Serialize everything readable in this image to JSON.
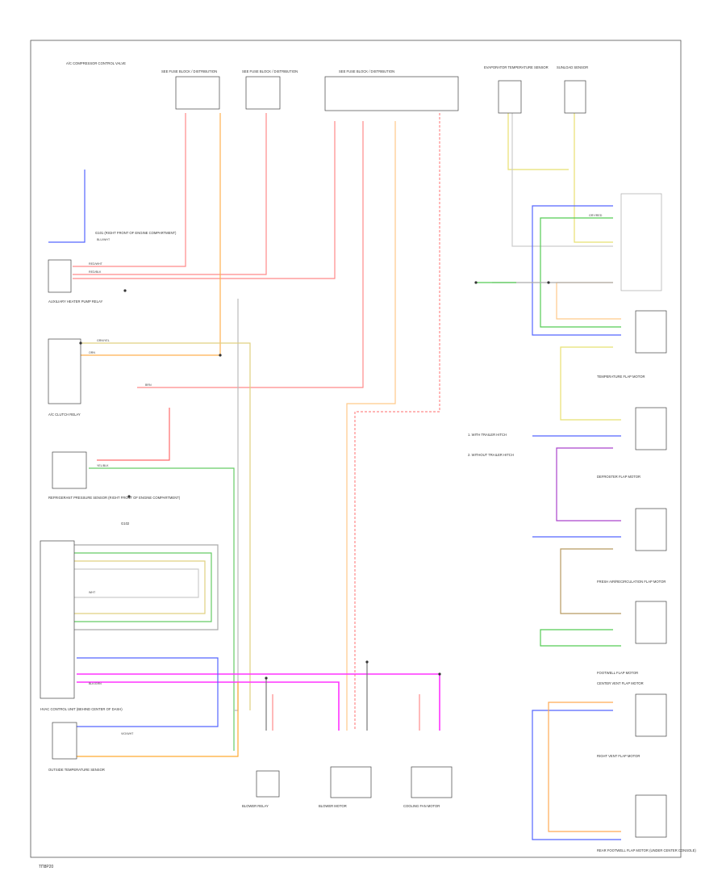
{
  "page": {
    "code": "ТП8Р20",
    "note": ""
  },
  "colors": {
    "red": "#ff6b6b",
    "pink": "#ff9a9a",
    "orange": "#ffaa33",
    "light_orange": "#ffc98a",
    "yellow": "#e8e070",
    "green": "#55cc55",
    "blue": "#4a5cff",
    "light_blue": "#9aa6ff",
    "magenta": "#ff33ff",
    "purple": "#aa44cc",
    "gray": "#9a9a9a",
    "black": "#333333",
    "brown": "#b89a60",
    "box_stroke": "#444444"
  },
  "components": [
    {
      "id": "ac_control",
      "label": "A/C COMPRESSOR CONTROL VALVE"
    },
    {
      "id": "fuse_block_1",
      "label": "SEE FUSE BLOCK / DISTRIBUTION"
    },
    {
      "id": "fuse_block_2",
      "label": "SEE FUSE BLOCK / DISTRIBUTION"
    },
    {
      "id": "fuse_block_3",
      "label": "SEE FUSE BLOCK / DISTRIBUTION"
    },
    {
      "id": "evap_sensor",
      "label": "EVAPORATOR TEMPERATURE SENSOR"
    },
    {
      "id": "sunload_sensor",
      "label": "SUNLOAD SENSOR"
    },
    {
      "id": "ground_1",
      "label": "G101 (RIGHT FRONT OF ENGINE COMPARTMENT)"
    },
    {
      "id": "aux_heater",
      "label": "AUXILIARY HEATER PUMP RELAY"
    },
    {
      "id": "ac_relay",
      "label": "A/C CLUTCH RELAY"
    },
    {
      "id": "pressure_sensor",
      "label": "REFRIGERANT PRESSURE SENSOR (RIGHT FRONT OF ENGINE COMPARTMENT)"
    },
    {
      "id": "ground_2",
      "label": "G102"
    },
    {
      "id": "hvac_control",
      "label": "HVAC CONTROL UNIT (BEHIND CENTER OF DASH)"
    },
    {
      "id": "outside_temp",
      "label": "OUTSIDE TEMPERATURE SENSOR"
    },
    {
      "id": "blower_relay",
      "label": "BLOWER RELAY"
    },
    {
      "id": "blower_motor",
      "label": "BLOWER MOTOR"
    },
    {
      "id": "fan_motor",
      "label": "COOLING FAN MOTOR"
    },
    {
      "id": "temp_flap",
      "label": "TEMPERATURE FLAP MOTOR"
    },
    {
      "id": "defrost_flap",
      "label": "DEFROSTER FLAP MOTOR"
    },
    {
      "id": "fresh_air_flap",
      "label": "FRESH AIR/RECIRCULATION FLAP MOTOR"
    },
    {
      "id": "footwell_flap",
      "label": "FOOTWELL FLAP MOTOR"
    },
    {
      "id": "vent_flap",
      "label": "CENTER VENT FLAP MOTOR"
    },
    {
      "id": "right_vent_flap",
      "label": "RIGHT VENT FLAP MOTOR"
    },
    {
      "id": "rear_flap",
      "label": "REAR FOOTWELL FLAP MOTOR (UNDER CENTER CONSOLE)"
    }
  ],
  "notes": [
    {
      "id": "n1",
      "text": "1. WITH TRAILER HITCH"
    },
    {
      "id": "n2",
      "text": "2. WITHOUT TRAILER HITCH"
    }
  ],
  "wire_labels": [
    "RED/WHT",
    "RED/BLK",
    "ORN",
    "GRN/YEL",
    "BLU/WHT",
    "YEL/BLK",
    "BRN",
    "WHT",
    "GRY/RED",
    "VIO/WHT",
    "BLK/GRN",
    "PNK"
  ]
}
